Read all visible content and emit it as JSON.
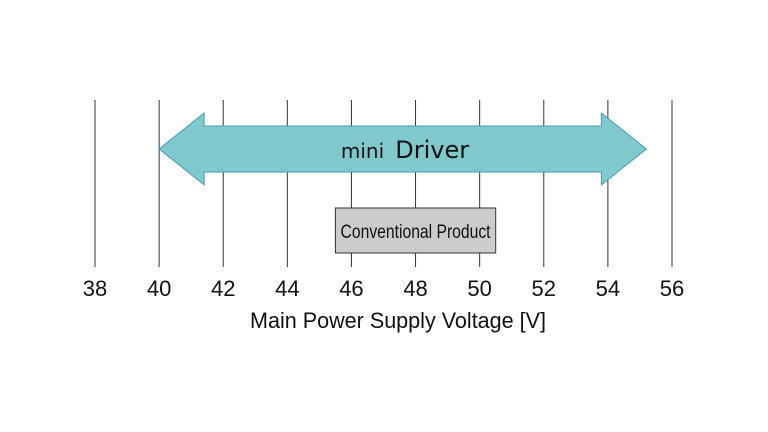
{
  "chart_data": {
    "type": "range-diagram",
    "xlabel": "Main Power Supply Voltage [V]",
    "xlim": [
      38,
      56
    ],
    "ticks": [
      38,
      40,
      42,
      44,
      46,
      48,
      50,
      52,
      54,
      56
    ],
    "tick_labels": [
      "38",
      "40",
      "42",
      "44",
      "46",
      "48",
      "50",
      "52",
      "54",
      "56"
    ],
    "grid": true,
    "ranges": [
      {
        "name": "mini Driver",
        "label_prefix": "mini",
        "label_main": "Driver",
        "from": 40,
        "to": 55.2,
        "shape": "double-arrow",
        "fill": "#7fc9cc",
        "stroke": "#4a9ab8"
      },
      {
        "name": "Conventional Product",
        "label": "Conventional Product",
        "from": 45.5,
        "to": 50.5,
        "shape": "box",
        "fill": "#cccccc",
        "stroke": "#333333"
      }
    ]
  }
}
